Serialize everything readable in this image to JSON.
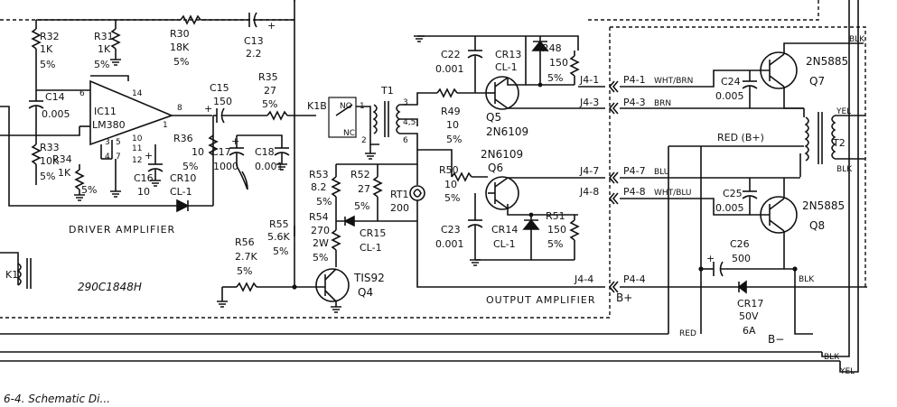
{
  "schematic": {
    "section_labels": {
      "driver": "DRIVER AMPLIFIER",
      "output": "OUTPUT AMPLIFIER",
      "drawing_no": "290C1848H",
      "caption": "6-4. Schematic Di..."
    },
    "parts": {
      "r32": [
        "R32",
        "1K",
        "5%"
      ],
      "r31": [
        "R31",
        "1K",
        "5%"
      ],
      "r30": [
        "R30",
        "18K",
        "5%"
      ],
      "c13": [
        "C13",
        "2.2"
      ],
      "c14": [
        "C14",
        "0.005"
      ],
      "ic11": [
        "IC11",
        "LM380"
      ],
      "c15": [
        "C15",
        "150"
      ],
      "r35": [
        "R35",
        "27",
        "5%"
      ],
      "r33": [
        "R33",
        "10K",
        "5%"
      ],
      "r34": [
        "R34",
        "1K",
        "5%"
      ],
      "c16": [
        "C16",
        "10"
      ],
      "cr10": [
        "CR10",
        "CL-1"
      ],
      "r36": [
        "R36",
        "10",
        "5%"
      ],
      "c17": [
        "C17",
        "1000"
      ],
      "c18": [
        "C18",
        "0.001"
      ],
      "k1b": [
        "K1B",
        "NO",
        "NC"
      ],
      "t1": [
        "T1"
      ],
      "c22": [
        "C22",
        "0.001"
      ],
      "cr13": [
        "CR13",
        "CL-1"
      ],
      "r48": [
        "R48",
        "150",
        "5%"
      ],
      "q5": [
        "Q5",
        "2N6109"
      ],
      "r49": [
        "R49",
        "10",
        "5%"
      ],
      "q6": [
        "2N6109",
        "Q6"
      ],
      "r50": [
        "R50",
        "10",
        "5%"
      ],
      "r53": [
        "R53",
        "8.2",
        "5%"
      ],
      "r52": [
        "R52",
        "27",
        "5%"
      ],
      "rt1": [
        "RT1",
        "200"
      ],
      "r54": [
        "R54",
        "270",
        "2W",
        "5%"
      ],
      "cr15": [
        "CR15",
        "CL-1"
      ],
      "r55": [
        "R55",
        "5.6K",
        "5%"
      ],
      "r56": [
        "R56",
        "2.7K",
        "5%"
      ],
      "q4": [
        "TIS92",
        "Q4"
      ],
      "c23": [
        "C23",
        "0.001"
      ],
      "cr14": [
        "CR14",
        "CL-1"
      ],
      "r51": [
        "R51",
        "150",
        "5%"
      ],
      "c24": [
        "C24",
        "0.005"
      ],
      "q7": [
        "2N5885",
        "Q7"
      ],
      "c25": [
        "C25",
        "0.005"
      ],
      "q8": [
        "2N5885",
        "Q8"
      ],
      "t2": [
        "T2"
      ],
      "c26": [
        "C26",
        "500"
      ],
      "cr17": [
        "CR17",
        "50V",
        "6A"
      ],
      "k1": [
        "K1"
      ]
    },
    "connectors": {
      "j41": "J4-1",
      "j43": "J4-3",
      "j47": "J4-7",
      "j48": "J4-8",
      "j44": "J4-4",
      "p41": "P4-1",
      "p43": "P4-3",
      "p47": "P4-7",
      "p48": "P4-8",
      "p44": "P4-4",
      "p41w": "WHT/BRN",
      "p43w": "BRN",
      "p47w": "BLU",
      "p48w": "WHT/BLU"
    },
    "wires": {
      "blk": "BLK",
      "yel": "YEL",
      "red": "RED",
      "red_bplus": "RED (B+)",
      "bplus": "B+",
      "bminus": "B−"
    },
    "pins": {
      "ic": [
        "6",
        "14",
        "8",
        "1",
        "3",
        "4",
        "5",
        "7",
        "10",
        "11",
        "12"
      ],
      "t1": [
        "1",
        "2",
        "3",
        "4,5",
        "6"
      ],
      "k1b": [
        "1",
        "2"
      ]
    }
  }
}
